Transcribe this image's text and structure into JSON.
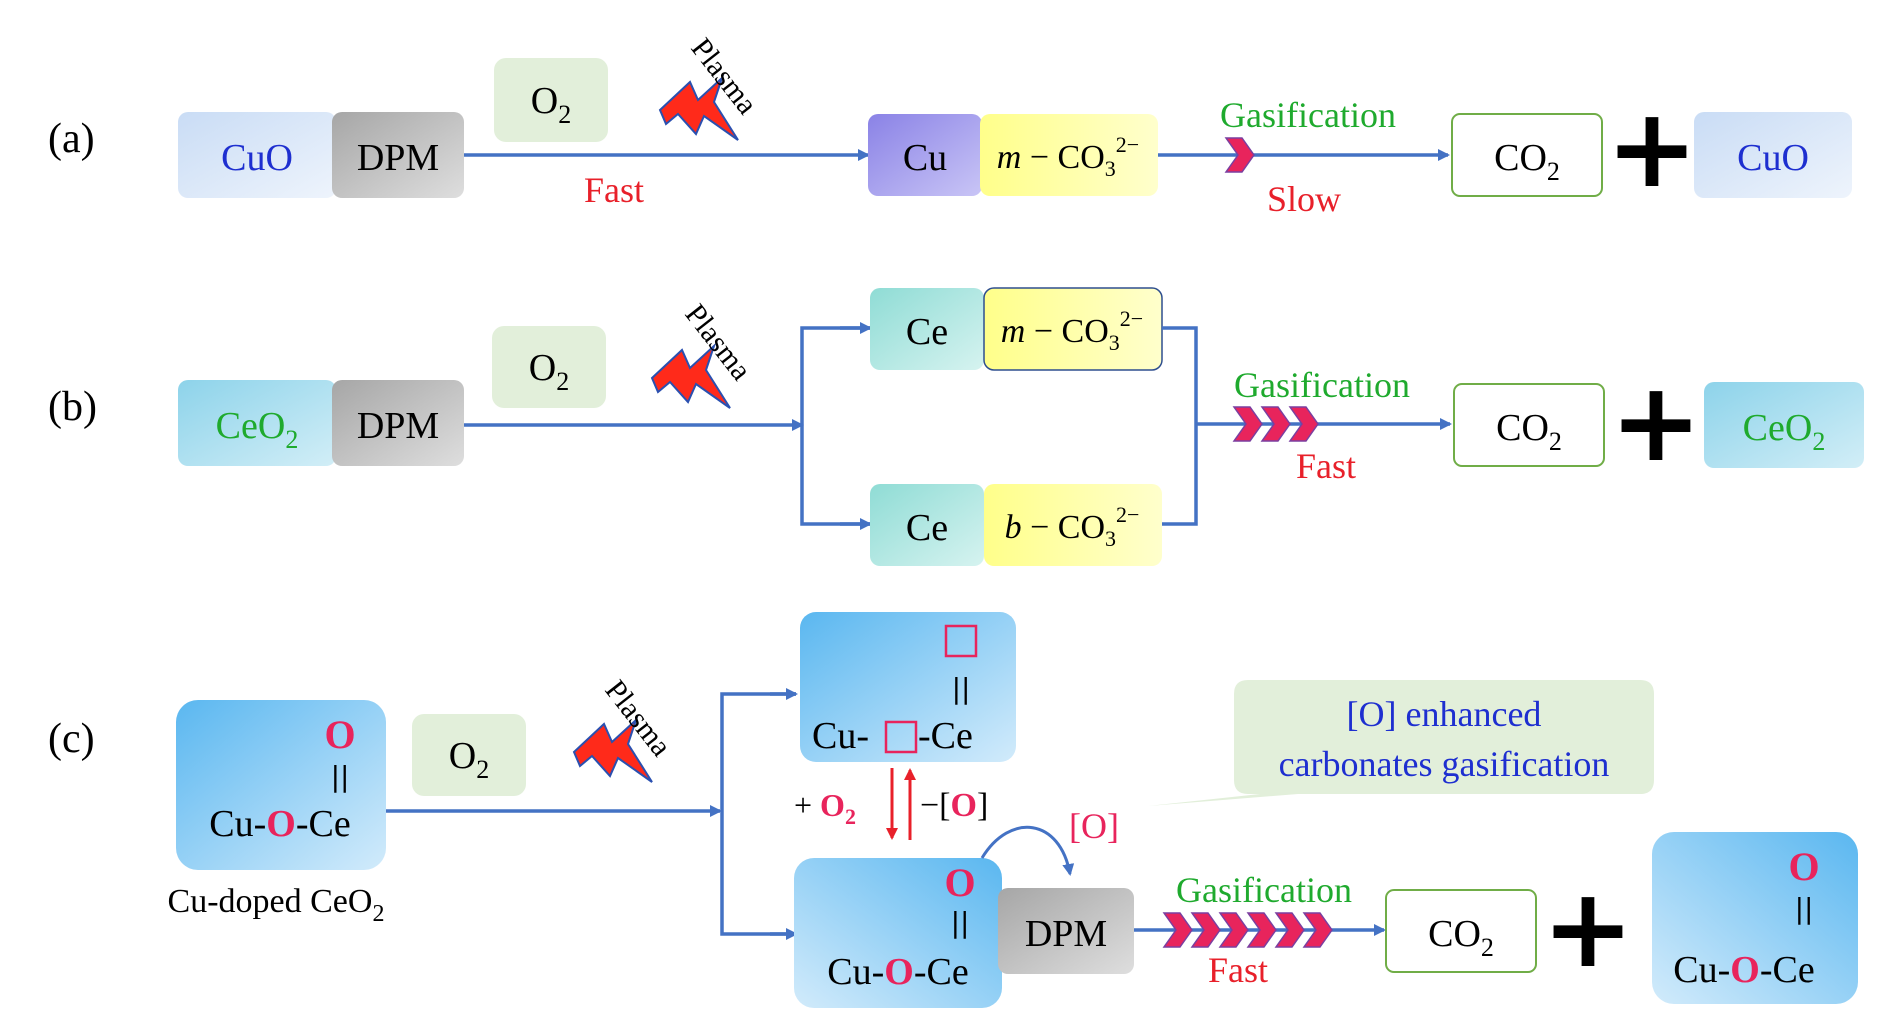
{
  "panel_a": {
    "label": "(a)",
    "reactant": "CuO",
    "soot": "DPM",
    "oxidant_base": "O",
    "oxidant_sub": "2",
    "plasma": "Plasma",
    "speed_1": "Fast",
    "metal": "Cu",
    "carbonate_prefix": "m",
    "carbonate_dash": "−",
    "carbonate_base": "CO",
    "carbonate_sub": "3",
    "carbonate_sup": "2−",
    "gasification": "Gasification",
    "speed_2": "Slow",
    "product_base": "CO",
    "product_sub": "2",
    "plus": "+",
    "regenerated": "CuO"
  },
  "panel_b": {
    "label": "(b)",
    "reactant_base": "CeO",
    "reactant_sub": "2",
    "soot": "DPM",
    "oxidant_base": "O",
    "oxidant_sub": "2",
    "plasma": "Plasma",
    "metal_top": "Ce",
    "carbonate_top_prefix": "m",
    "metal_bottom": "Ce",
    "carbonate_bottom_prefix": "b",
    "carbonate_dash": "−",
    "carbonate_base": "CO",
    "carbonate_sub": "3",
    "carbonate_sup": "2−",
    "gasification": "Gasification",
    "speed": "Fast",
    "product_base": "CO",
    "product_sub": "2",
    "plus": "+",
    "regenerated_base": "CeO",
    "regenerated_sub": "2"
  },
  "panel_c": {
    "label": "(c)",
    "catalyst_top_O": "O",
    "double_bond": "||",
    "catalyst_cu": "Cu-",
    "catalyst_o": "O",
    "catalyst_ce": "-Ce",
    "catalyst_caption_base": "Cu-doped CeO",
    "catalyst_caption_sub": "2",
    "oxidant_base": "O",
    "oxidant_sub": "2",
    "plasma": "Plasma",
    "vacancy_cu": "Cu-",
    "vacancy_ce": "-Ce",
    "add_plus": "+ ",
    "add_o2_base": "O",
    "add_o2_sub": "2",
    "remove_prefix": "−[",
    "remove_o": "O",
    "remove_suffix": "]",
    "active_oxygen": "[O]",
    "soot": "DPM",
    "callout_line1": "[O] enhanced",
    "callout_line2": "carbonates gasification",
    "gasification": "Gasification",
    "speed": "Fast",
    "product_base": "CO",
    "product_sub": "2",
    "plus": "+"
  },
  "colors": {
    "arrow": "#4472c4",
    "red_text": "#e8202a",
    "green_text": "#1faa2e",
    "blue_text": "#1e2fd0",
    "crimson": "#e8245c",
    "cuo_box": "#dbe8f8",
    "dpm_box": "#bdbdbd",
    "o2_box": "#e2efda",
    "cu_box": "#9b93e8",
    "carbonate_box": "#ffff99",
    "ce_box": "#a8e6e0",
    "ceo2_box": "#a8e0ec",
    "cat_box": "#7ec8f0"
  }
}
